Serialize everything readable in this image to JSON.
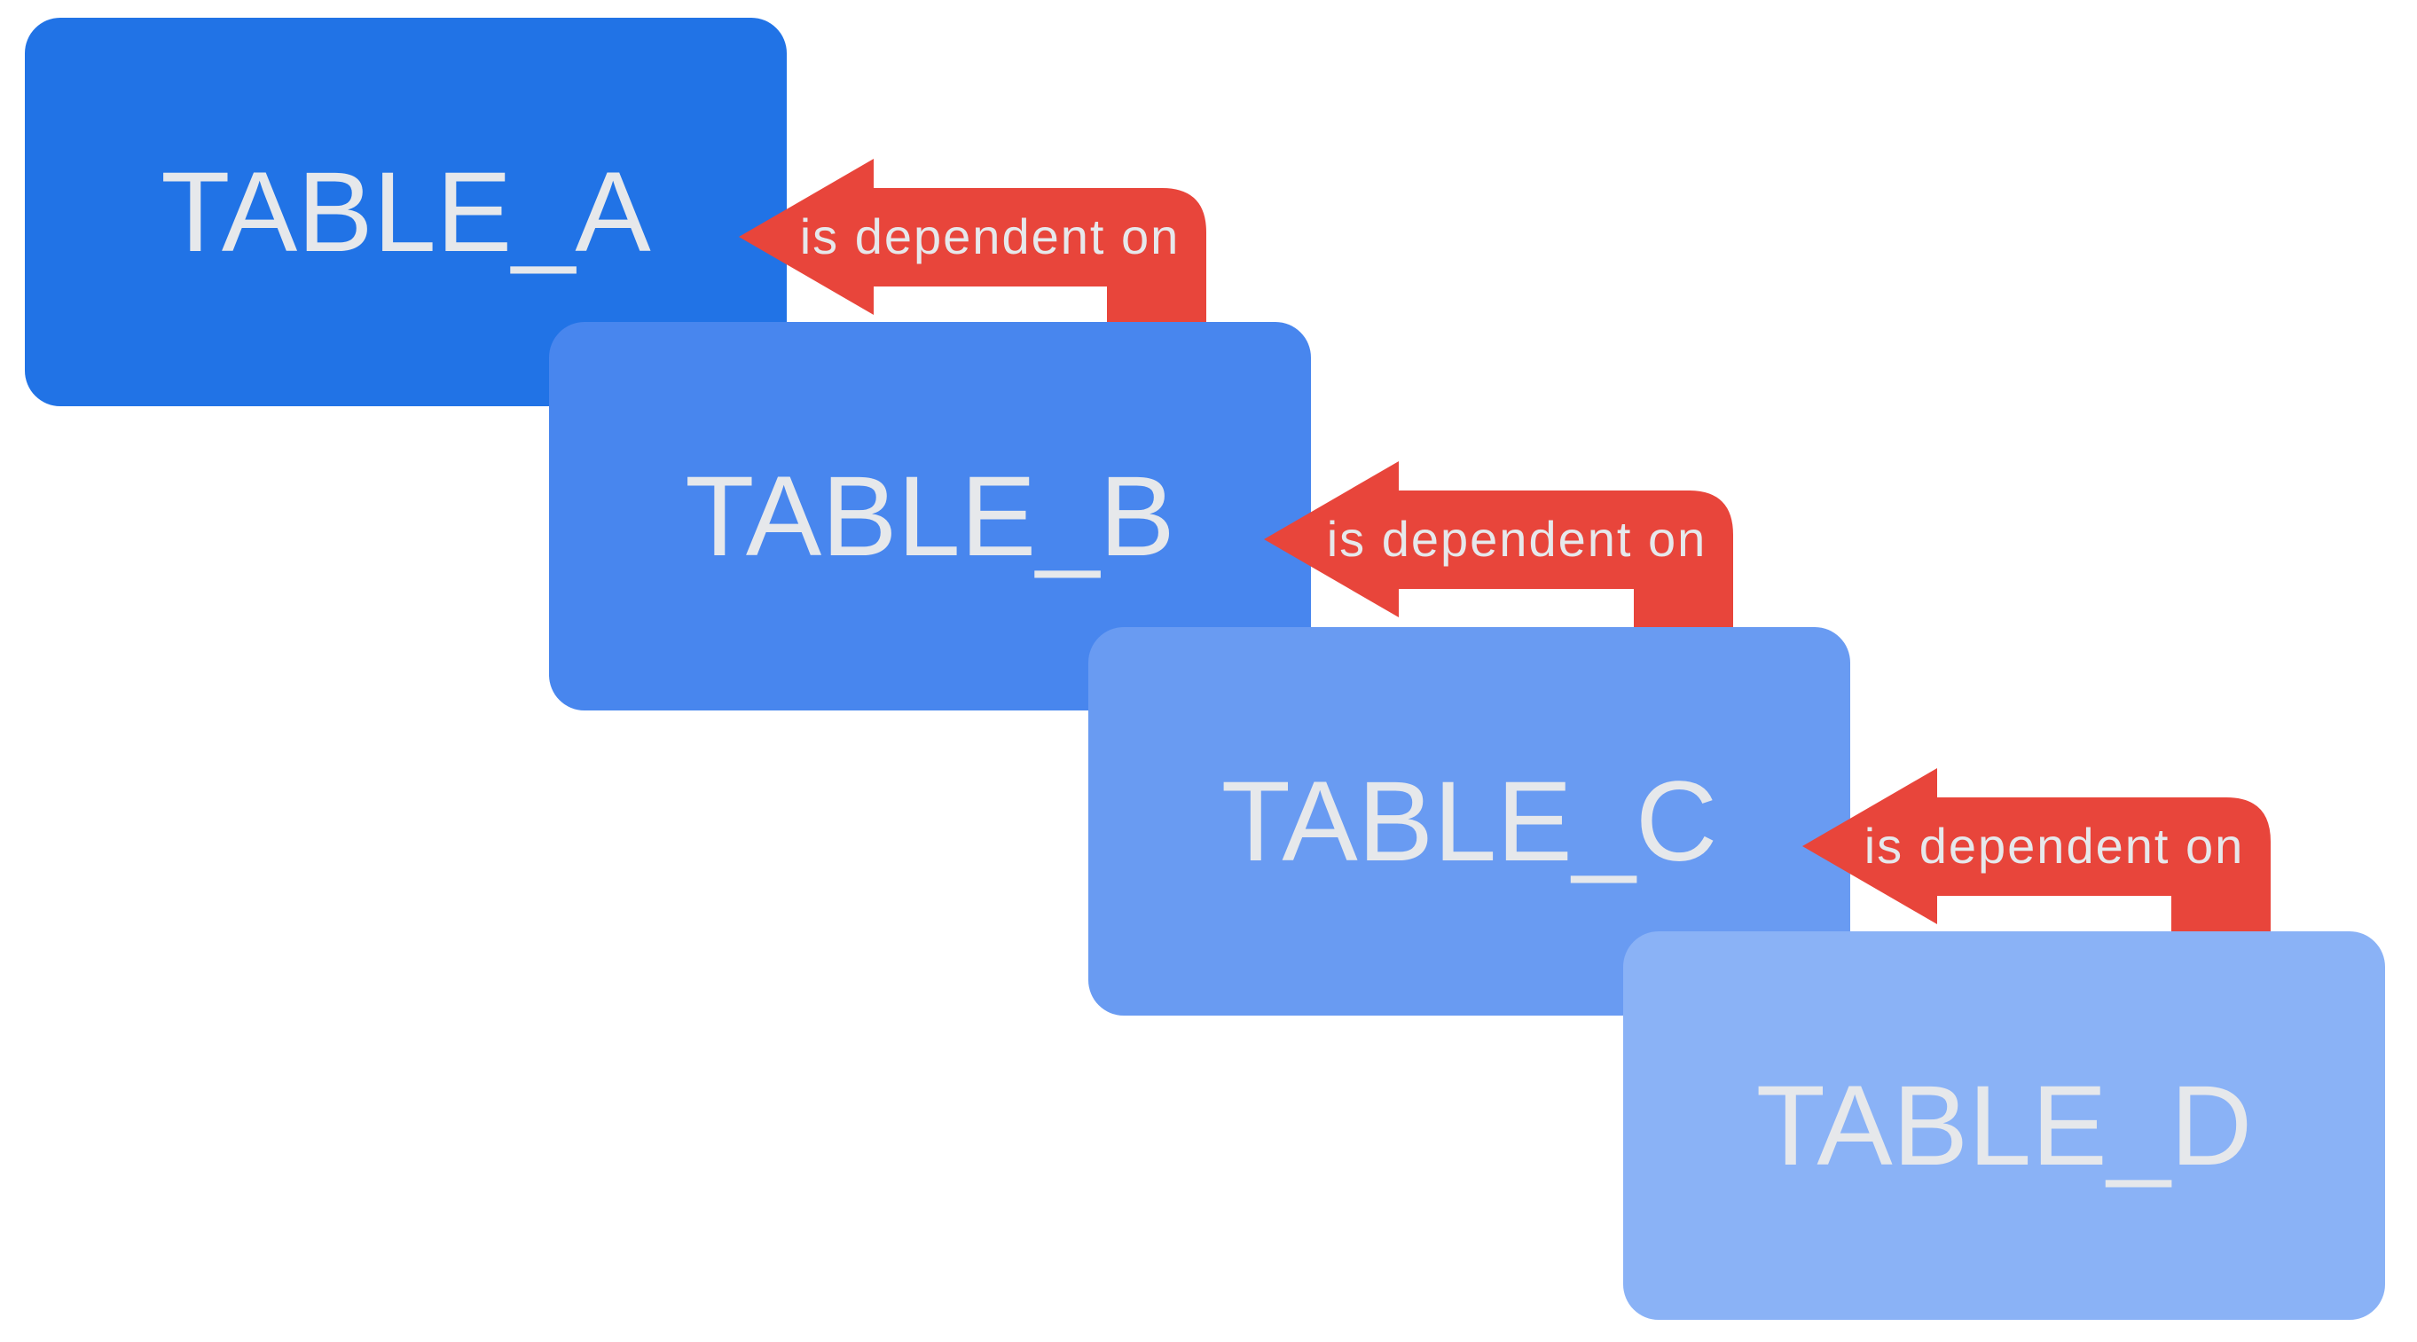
{
  "diagram": {
    "title_hint": "table dependency chain",
    "background_color": "#ffffff",
    "text_color": "#e6e8eb",
    "arrow_color": "#e8453b",
    "nodes": [
      {
        "id": "table-a",
        "label": "TABLE_A",
        "color": "#2173e6"
      },
      {
        "id": "table-b",
        "label": "TABLE_B",
        "color": "#4886ee"
      },
      {
        "id": "table-c",
        "label": "TABLE_C",
        "color": "#699bf2"
      },
      {
        "id": "table-d",
        "label": "TABLE_D",
        "color": "#8ab2f6"
      }
    ],
    "edges": [
      {
        "from": "TABLE_B",
        "to": "TABLE_A",
        "label": "is dependent on"
      },
      {
        "from": "TABLE_C",
        "to": "TABLE_B",
        "label": "is dependent on"
      },
      {
        "from": "TABLE_D",
        "to": "TABLE_C",
        "label": "is dependent on"
      }
    ]
  }
}
